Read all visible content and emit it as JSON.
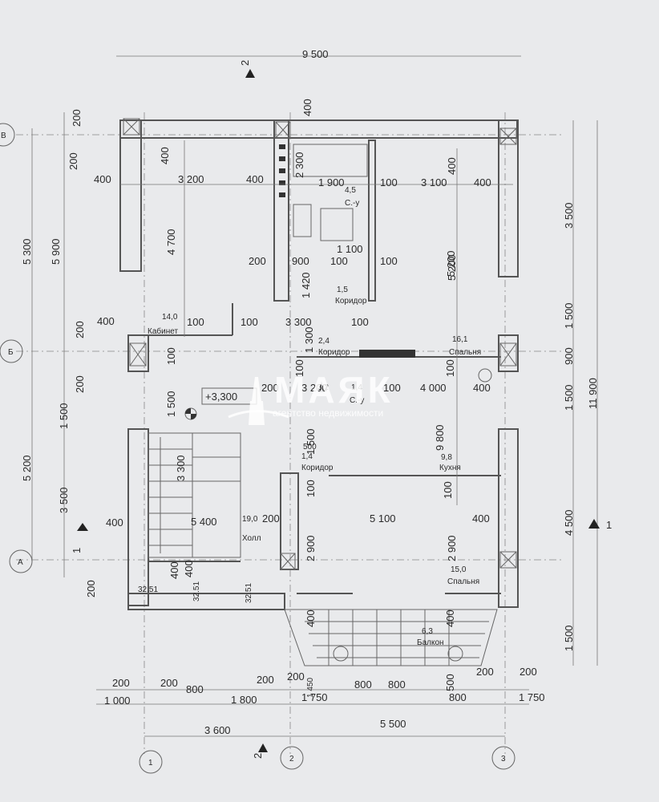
{
  "dimensions": {
    "top": [
      "9 500"
    ],
    "top_upper": [
      "400",
      "3 200",
      "400",
      "1 900",
      "100",
      "3 100",
      "400"
    ],
    "interior_labels": [
      "2 300",
      "4 700",
      "5 200",
      "1 100",
      "200",
      "900",
      "100",
      "100",
      "1 420",
      "100",
      "3 300",
      "100",
      "100",
      "1 300",
      "100",
      "100",
      "1 500",
      "100",
      "4 000",
      "200",
      "3 300",
      "3 200",
      "5 100",
      "400",
      "2 900",
      "2 900",
      "400",
      "400",
      "9 800",
      "5 400",
      "200",
      "100",
      "1 500",
      "100"
    ],
    "left_col1": [
      "200",
      "5 300",
      "5 200"
    ],
    "left_col2": [
      "200",
      "5 900",
      "200",
      "1 500",
      "3 500",
      "200",
      "200"
    ],
    "left_col3": [
      "400",
      "400",
      "400",
      "400"
    ],
    "right_col1": [
      "400",
      "5 200",
      "100"
    ],
    "right_col2": [
      "3 500",
      "1 500",
      "900",
      "1 500",
      "4 500",
      "1 500"
    ],
    "right_col3": [
      "11 900"
    ],
    "bottom_row1": [
      "200",
      "200",
      "800",
      "200",
      "200",
      "800",
      "800",
      "500",
      "200",
      "200"
    ],
    "bottom_row2": [
      "1 000",
      "1 800",
      "1 750",
      "800",
      "1 750"
    ],
    "bottom_row3": [
      "3 600",
      "5 500"
    ],
    "misc": [
      "32.51",
      "32.51",
      "32.51",
      "400",
      "400",
      "400",
      "1 450",
      "500"
    ]
  },
  "rooms": [
    {
      "area": "14,0",
      "name": "Кабинет"
    },
    {
      "area": "4,5",
      "name": "С.-у"
    },
    {
      "area": "1,5",
      "name": "Коридор"
    },
    {
      "area": "16,1",
      "name": "Спальня"
    },
    {
      "area": "2,4",
      "name": "Коридор"
    },
    {
      "area": "1,4",
      "name": "С.-у"
    },
    {
      "area": "3,2",
      "name": ""
    },
    {
      "area": "9,8",
      "name": "Кухня"
    },
    {
      "area": "1,4",
      "name": "Коридор"
    },
    {
      "area": "19,0",
      "name": "Холл"
    },
    {
      "area": "15,0",
      "name": "Спальня"
    },
    {
      "area": "6,3",
      "name": "Балкон"
    }
  ],
  "level_mark": "+3,300",
  "axes": {
    "columns": [
      "1",
      "2",
      "3"
    ],
    "rows": [
      "А",
      "Б",
      "В"
    ]
  },
  "section_marks": [
    "2",
    "2",
    "1",
    "1"
  ],
  "watermark": {
    "title": "МАЯК",
    "subtitle": "агентство недвижимости"
  },
  "colors": {
    "background": "#e9eaec",
    "lines": "#555555",
    "watermark": "#ffffff"
  }
}
